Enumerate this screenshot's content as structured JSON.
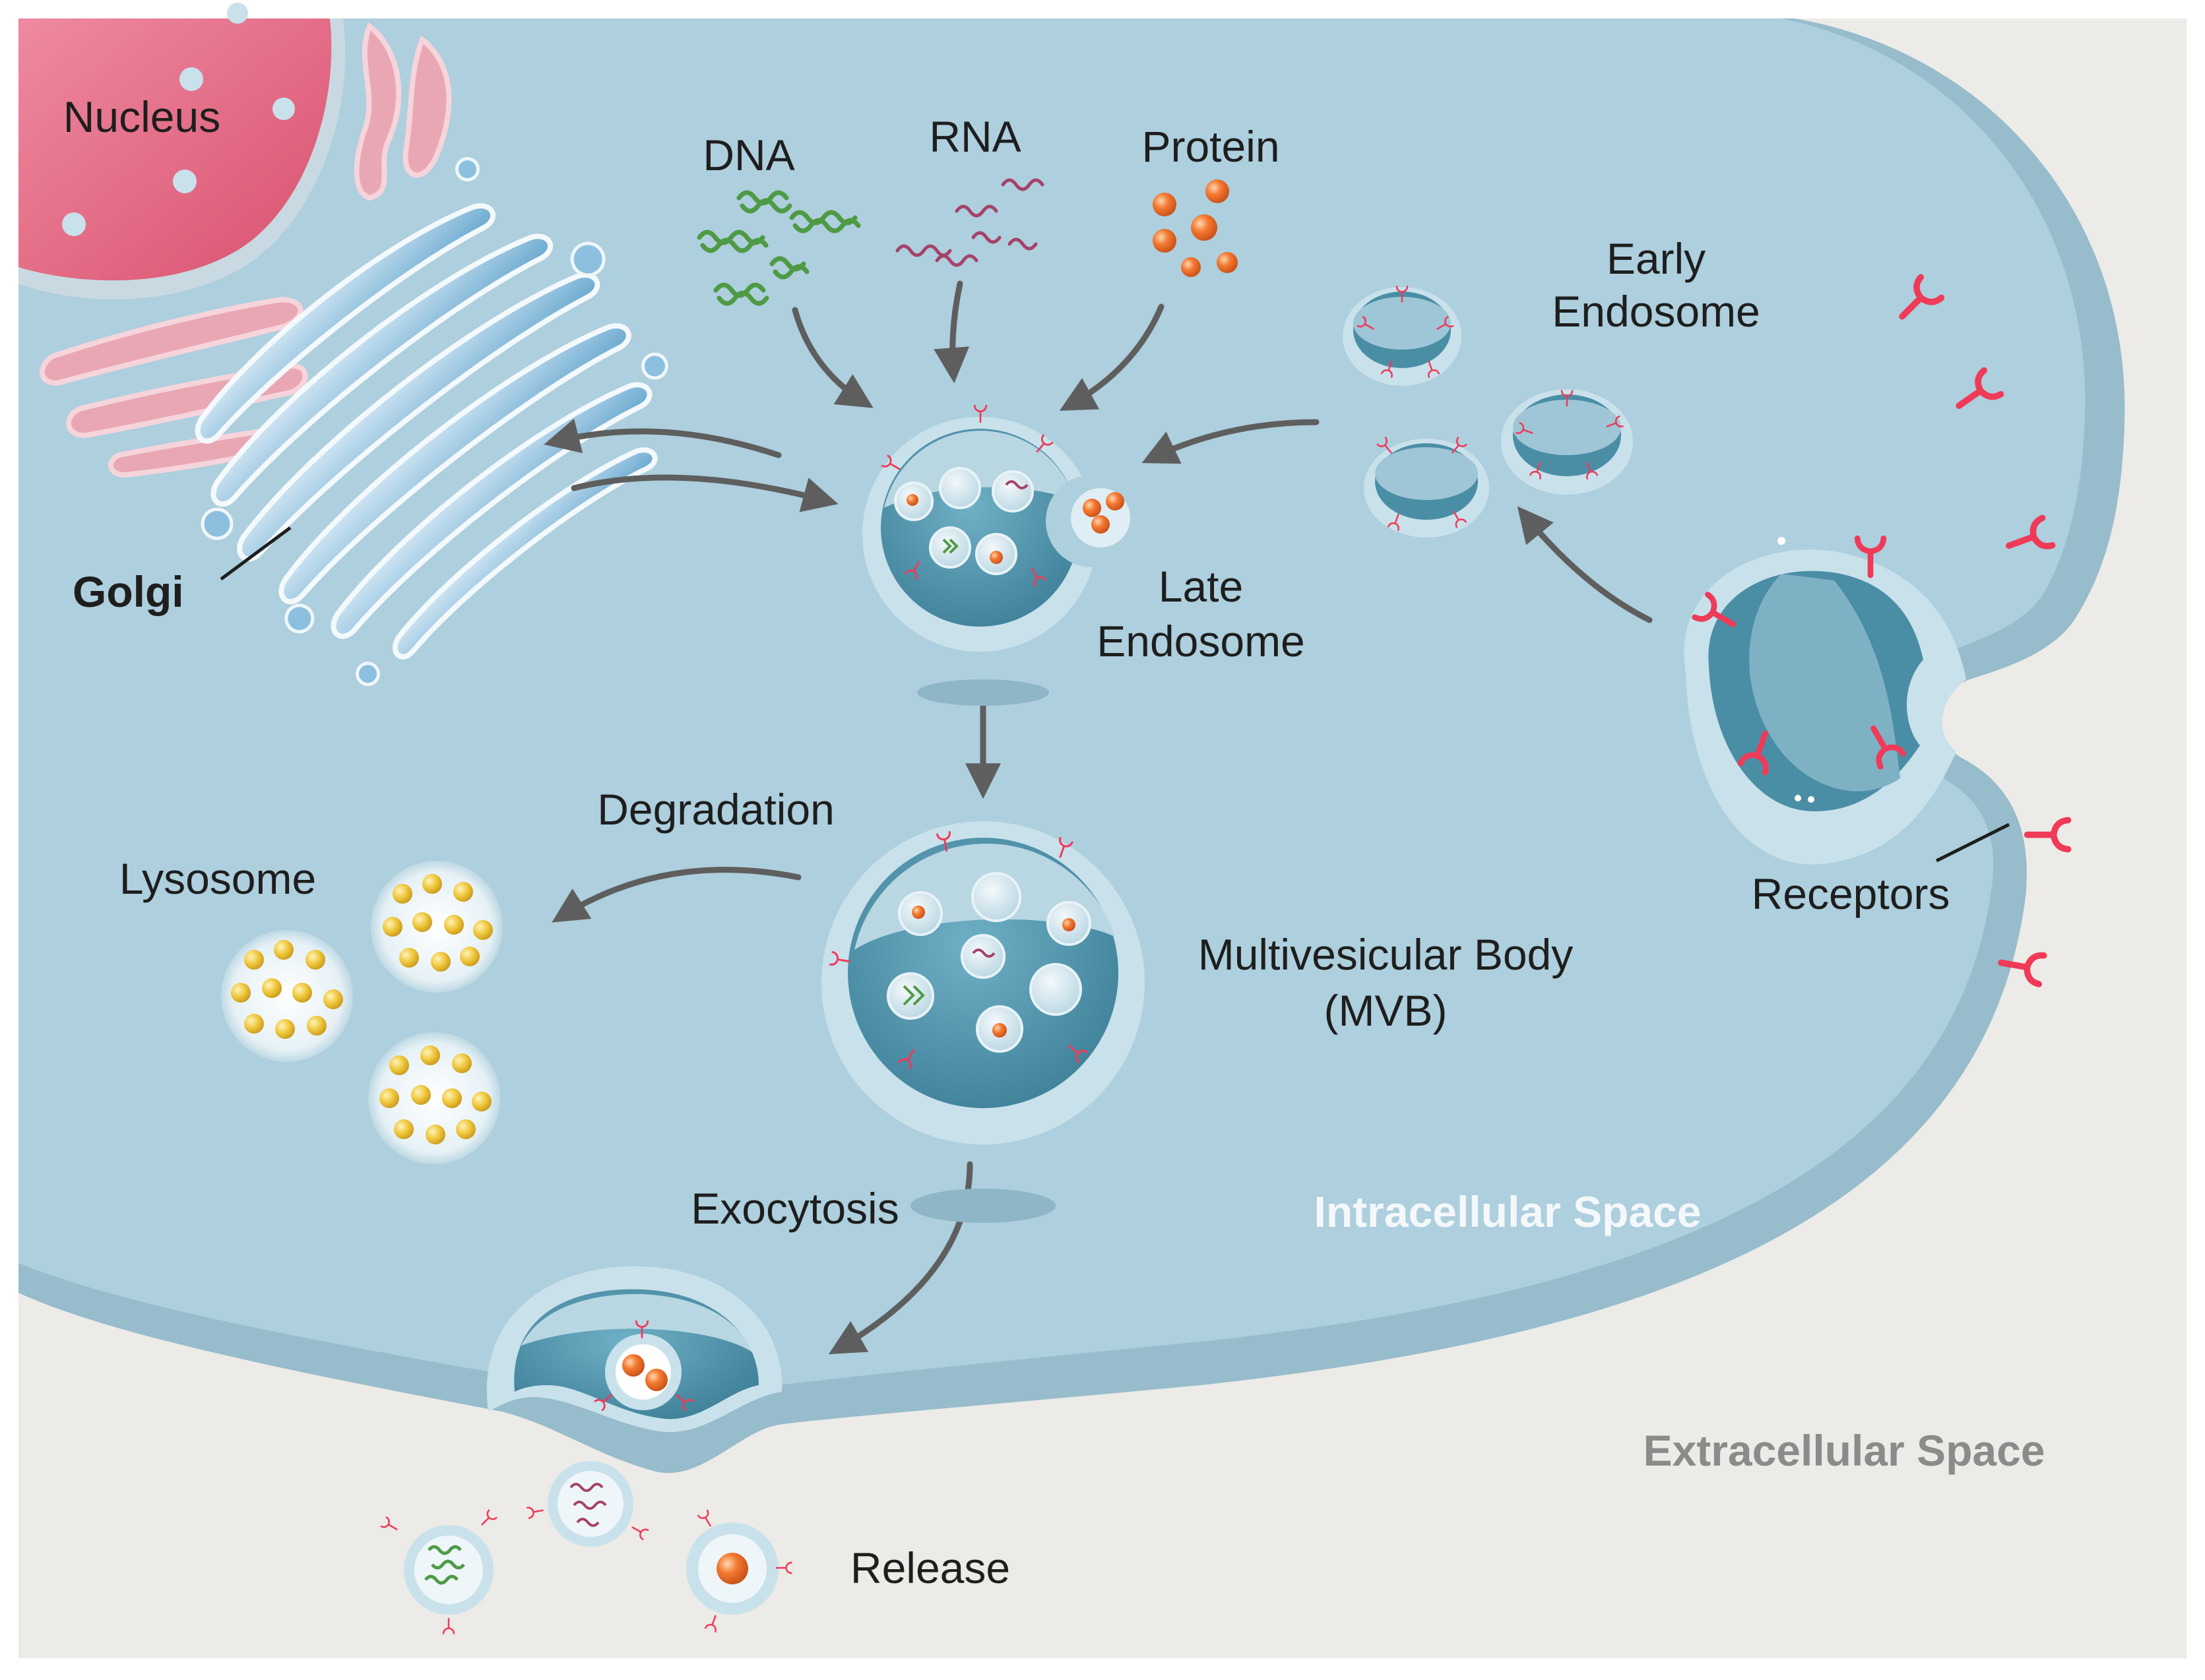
{
  "labels": {
    "nucleus": "Nucleus",
    "golgi": "Golgi",
    "dna": "DNA",
    "rna": "RNA",
    "protein": "Protein",
    "early_endosome_line1": "Early",
    "early_endosome_line2": "Endosome",
    "late_endosome_line1": "Late",
    "late_endosome_line2": "Endosome",
    "degradation": "Degradation",
    "lysosome": "Lysosome",
    "mvb_line1": "Multivesicular Body",
    "mvb_line2": "(MVB)",
    "receptors": "Receptors",
    "exocytosis": "Exocytosis",
    "intracellular_space": "Intracellular Space",
    "extracellular_space": "Extracellular Space",
    "release": "Release"
  },
  "colors": {
    "background": "#ecebe7",
    "cytoplasm": "#aecfdd",
    "membrane": "#97bccc",
    "membrane_light": "#c9e1eb",
    "vesicle_lumen": "#4a8ea6",
    "nucleus": "#e2637f",
    "receptor": "#ef3a58",
    "arrow": "#5e5e5e",
    "dna": "#4e9a45",
    "rna": "#a5426a",
    "protein": "#ee7631",
    "lysosome_granule": "#efc63a",
    "golgi": "#6faed3"
  },
  "icons": [
    "receptor-icon",
    "dna-strand-icon",
    "rna-strand-icon",
    "protein-sphere-icon",
    "lysosome-granule-icon",
    "pathway-arrow-icon"
  ]
}
